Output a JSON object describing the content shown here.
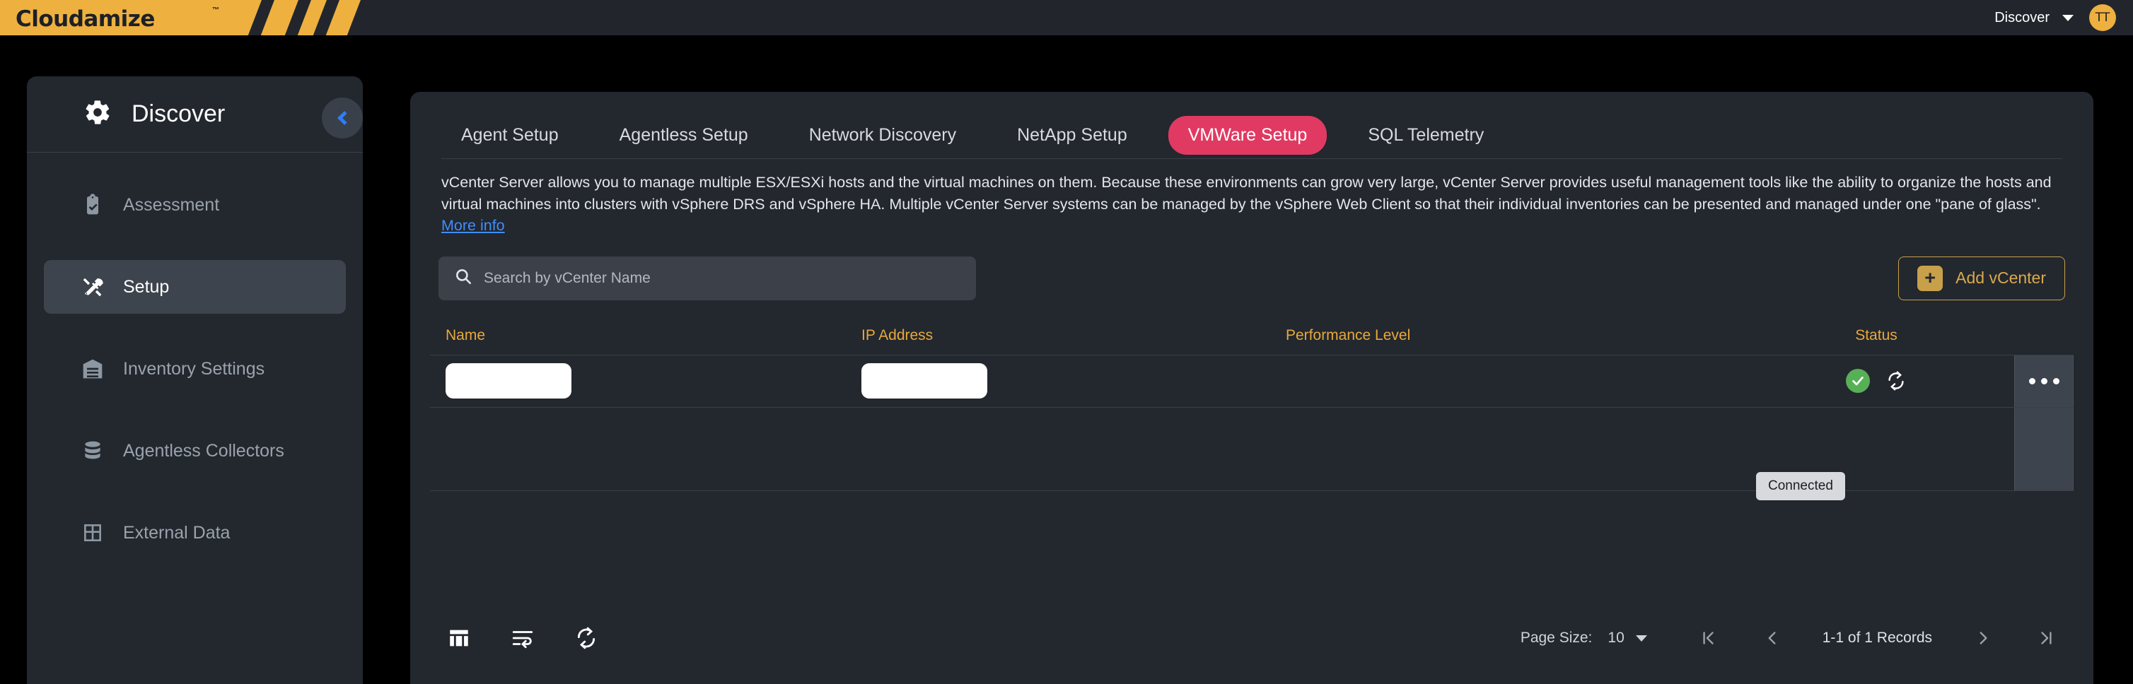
{
  "header": {
    "logo_text": "Cloudamize",
    "logo_tm": "™",
    "account_label": "Discover",
    "avatar_initials": "TT"
  },
  "sidebar": {
    "title": "Discover",
    "title_icon": "gear-icon",
    "collapse_icon": "chevron-left-icon",
    "items": [
      {
        "label": "Assessment",
        "icon": "clipboard-check-icon",
        "active": false
      },
      {
        "label": "Setup",
        "icon": "tools-icon",
        "active": true
      },
      {
        "label": "Inventory Settings",
        "icon": "warehouse-icon",
        "active": false
      },
      {
        "label": "Agentless Collectors",
        "icon": "database-icon",
        "active": false
      },
      {
        "label": "External Data",
        "icon": "grid-table-icon",
        "active": false
      }
    ]
  },
  "main": {
    "tabs": [
      {
        "label": "Agent Setup",
        "active": false
      },
      {
        "label": "Agentless Setup",
        "active": false
      },
      {
        "label": "Network Discovery",
        "active": false
      },
      {
        "label": "NetApp Setup",
        "active": false
      },
      {
        "label": "VMWare Setup",
        "active": true
      },
      {
        "label": "SQL Telemetry",
        "active": false
      }
    ],
    "description": "vCenter Server allows you to manage multiple ESX/ESXi hosts and the virtual machines on them. Because these environments can grow very large, vCenter Server provides useful management tools like the ability to organize the hosts and virtual machines into clusters with vSphere DRS and vSphere HA. Multiple vCenter Server systems can be managed by the vSphere Web Client so that their individual inventories can be presented and managed under one \"pane of glass\". ",
    "description_link": "More info",
    "search": {
      "placeholder": "Search by vCenter Name",
      "value": "",
      "icon": "search-icon"
    },
    "add_button": {
      "label": "Add vCenter",
      "icon": "plus-icon"
    },
    "table": {
      "columns": [
        "Name",
        "IP Address",
        "Performance Level",
        "Status"
      ],
      "rows": [
        {
          "name": "",
          "name_redacted": true,
          "ip_address": "",
          "ip_redacted": true,
          "performance_level": "",
          "status_icon": "check-circle-icon",
          "status_color": "#57b055",
          "sync_icon": "sync-icon",
          "actions_icon": "more-options-icon"
        }
      ],
      "tooltip": "Connected"
    },
    "footer": {
      "icons": [
        {
          "name": "columns-icon"
        },
        {
          "name": "text-wrap-icon"
        },
        {
          "name": "refresh-icon"
        }
      ],
      "page_size_label": "Page Size:",
      "page_size_value": "10",
      "records_label": "1-1 of 1 Records",
      "nav": {
        "first": "first-page-icon",
        "prev": "previous-page-icon",
        "next": "next-page-icon",
        "last": "last-page-icon"
      }
    }
  },
  "colors": {
    "brand_gold": "#eeb03f",
    "accent_pink": "#e03a63",
    "header_gold": "#e8a93a",
    "link_blue": "#3f8efc",
    "status_green": "#57b055",
    "panel_bg": "#23272e"
  }
}
